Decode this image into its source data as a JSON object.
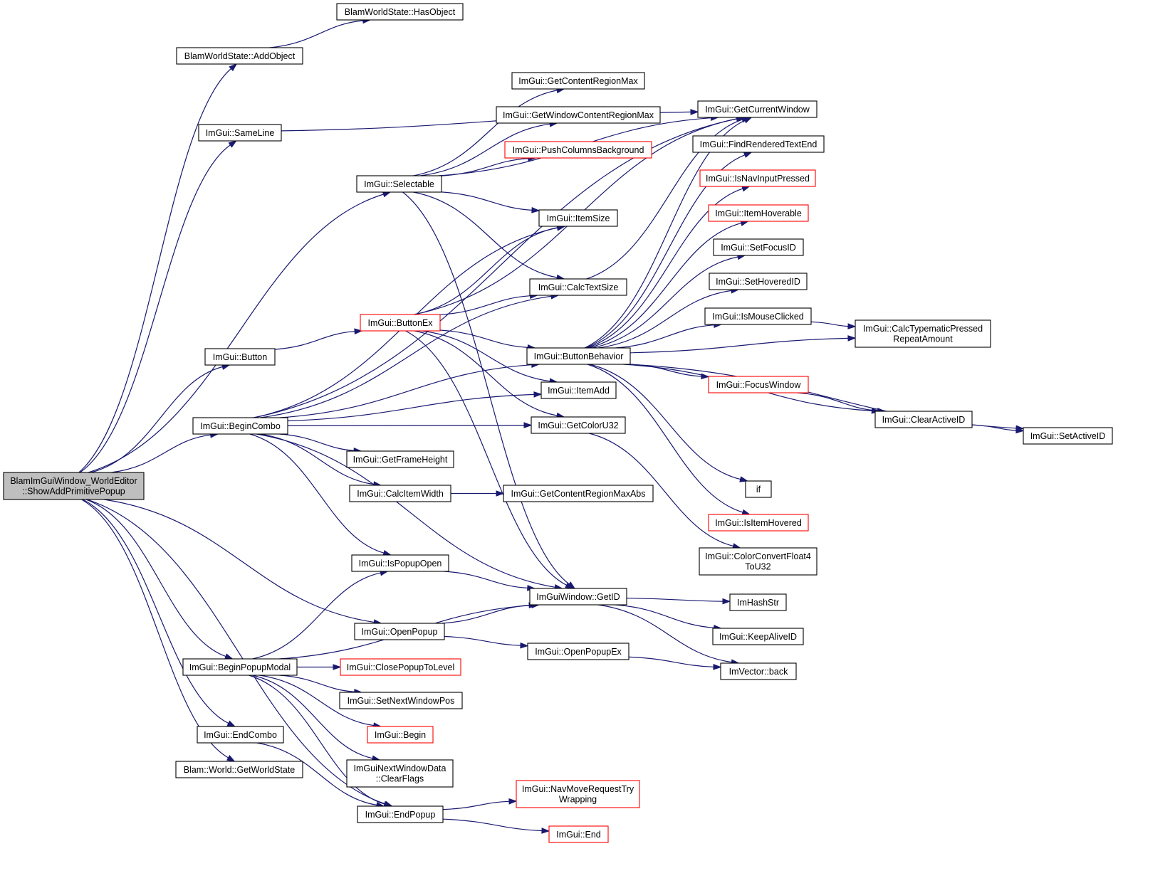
{
  "nodes": [
    {
      "id": "root",
      "lines": [
        "BlamImGuiWindow_WorldEditor",
        "::ShowAddPrimitivePopup"
      ],
      "highlight": true
    },
    {
      "id": "hasobject",
      "lines": [
        "BlamWorldState::HasObject"
      ]
    },
    {
      "id": "addobject",
      "lines": [
        "BlamWorldState::AddObject"
      ]
    },
    {
      "id": "sameline",
      "lines": [
        "ImGui::SameLine"
      ]
    },
    {
      "id": "button",
      "lines": [
        "ImGui::Button"
      ]
    },
    {
      "id": "begincombo",
      "lines": [
        "ImGui::BeginCombo"
      ]
    },
    {
      "id": "beginpopupmodal",
      "lines": [
        "ImGui::BeginPopupModal"
      ]
    },
    {
      "id": "endcombo",
      "lines": [
        "ImGui::EndCombo"
      ]
    },
    {
      "id": "getworldstate",
      "lines": [
        "Blam::World::GetWorldState"
      ]
    },
    {
      "id": "selectable",
      "lines": [
        "ImGui::Selectable"
      ]
    },
    {
      "id": "buttonex",
      "lines": [
        "ImGui::ButtonEx"
      ],
      "truncated": true
    },
    {
      "id": "getframeheight",
      "lines": [
        "ImGui::GetFrameHeight"
      ]
    },
    {
      "id": "calcitemwidth",
      "lines": [
        "ImGui::CalcItemWidth"
      ]
    },
    {
      "id": "ispopupopen",
      "lines": [
        "ImGui::IsPopupOpen"
      ]
    },
    {
      "id": "openpopup",
      "lines": [
        "ImGui::OpenPopup"
      ]
    },
    {
      "id": "closepopuptolevel",
      "lines": [
        "ImGui::ClosePopupToLevel"
      ],
      "truncated": true
    },
    {
      "id": "setnextwindowpos",
      "lines": [
        "ImGui::SetNextWindowPos"
      ]
    },
    {
      "id": "begin",
      "lines": [
        "ImGui::Begin"
      ],
      "truncated": true
    },
    {
      "id": "clearflags",
      "lines": [
        "ImGuiNextWindowData",
        "::ClearFlags"
      ]
    },
    {
      "id": "endpopup",
      "lines": [
        "ImGui::EndPopup"
      ]
    },
    {
      "id": "getcontentregionmax",
      "lines": [
        "ImGui::GetContentRegionMax"
      ]
    },
    {
      "id": "getwindowcontentregionmax",
      "lines": [
        "ImGui::GetWindowContentRegionMax"
      ]
    },
    {
      "id": "pushcolumnsbackground",
      "lines": [
        "ImGui::PushColumnsBackground"
      ],
      "truncated": true
    },
    {
      "id": "itemsize",
      "lines": [
        "ImGui::ItemSize"
      ]
    },
    {
      "id": "calctextsize",
      "lines": [
        "ImGui::CalcTextSize"
      ]
    },
    {
      "id": "buttonbehavior",
      "lines": [
        "ImGui::ButtonBehavior"
      ]
    },
    {
      "id": "itemadd",
      "lines": [
        "ImGui::ItemAdd"
      ]
    },
    {
      "id": "getcoloru32",
      "lines": [
        "ImGui::GetColorU32"
      ]
    },
    {
      "id": "getcontentregionmaxabs",
      "lines": [
        "ImGui::GetContentRegionMaxAbs"
      ]
    },
    {
      "id": "getid",
      "lines": [
        "ImGuiWindow::GetID"
      ]
    },
    {
      "id": "openpopupex",
      "lines": [
        "ImGui::OpenPopupEx"
      ]
    },
    {
      "id": "navmoverequesttrywrapping",
      "lines": [
        "ImGui::NavMoveRequestTry",
        "Wrapping"
      ],
      "truncated": true
    },
    {
      "id": "end",
      "lines": [
        "ImGui::End"
      ],
      "truncated": true
    },
    {
      "id": "getcurrentwindow",
      "lines": [
        "ImGui::GetCurrentWindow"
      ]
    },
    {
      "id": "findrenderedtextend",
      "lines": [
        "ImGui::FindRenderedTextEnd"
      ]
    },
    {
      "id": "isnavinputpressed",
      "lines": [
        "ImGui::IsNavInputPressed"
      ],
      "truncated": true
    },
    {
      "id": "itemhoverable",
      "lines": [
        "ImGui::ItemHoverable"
      ],
      "truncated": true
    },
    {
      "id": "setfocusid",
      "lines": [
        "ImGui::SetFocusID"
      ]
    },
    {
      "id": "sethoveredid",
      "lines": [
        "ImGui::SetHoveredID"
      ]
    },
    {
      "id": "ismouseclicked",
      "lines": [
        "ImGui::IsMouseClicked"
      ]
    },
    {
      "id": "focuswindow",
      "lines": [
        "ImGui::FocusWindow"
      ],
      "truncated": true
    },
    {
      "id": "if",
      "lines": [
        "if"
      ]
    },
    {
      "id": "isitemhovered",
      "lines": [
        "ImGui::IsItemHovered"
      ],
      "truncated": true
    },
    {
      "id": "colorconvertfloat4tou32",
      "lines": [
        "ImGui::ColorConvertFloat4",
        "ToU32"
      ]
    },
    {
      "id": "imhashstr",
      "lines": [
        "ImHashStr"
      ]
    },
    {
      "id": "keepaliveid",
      "lines": [
        "ImGui::KeepAliveID"
      ]
    },
    {
      "id": "back",
      "lines": [
        "ImVector::back"
      ]
    },
    {
      "id": "calctypematic",
      "lines": [
        "ImGui::CalcTypematicPressed",
        "RepeatAmount"
      ]
    },
    {
      "id": "clearactiveid",
      "lines": [
        "ImGui::ClearActiveID"
      ]
    },
    {
      "id": "setactiveid",
      "lines": [
        "ImGui::SetActiveID"
      ]
    }
  ],
  "edges": [
    [
      "root",
      "addobject"
    ],
    [
      "root",
      "sameline"
    ],
    [
      "root",
      "selectable"
    ],
    [
      "root",
      "button"
    ],
    [
      "root",
      "begincombo"
    ],
    [
      "root",
      "openpopup"
    ],
    [
      "root",
      "beginpopupmodal"
    ],
    [
      "root",
      "endcombo"
    ],
    [
      "root",
      "getworldstate"
    ],
    [
      "root",
      "endpopup"
    ],
    [
      "addobject",
      "hasobject"
    ],
    [
      "sameline",
      "getcurrentwindow"
    ],
    [
      "button",
      "buttonex"
    ],
    [
      "selectable",
      "getcontentregionmax"
    ],
    [
      "selectable",
      "getwindowcontentregionmax"
    ],
    [
      "selectable",
      "pushcolumnsbackground"
    ],
    [
      "selectable",
      "getcurrentwindow"
    ],
    [
      "selectable",
      "itemsize"
    ],
    [
      "selectable",
      "calctextsize"
    ],
    [
      "selectable",
      "getid"
    ],
    [
      "begincombo",
      "itemsize"
    ],
    [
      "begincombo",
      "getcurrentwindow"
    ],
    [
      "begincombo",
      "calctextsize"
    ],
    [
      "begincombo",
      "buttonbehavior"
    ],
    [
      "begincombo",
      "itemadd"
    ],
    [
      "begincombo",
      "getcoloru32"
    ],
    [
      "begincombo",
      "getframeheight"
    ],
    [
      "begincombo",
      "calcitemwidth"
    ],
    [
      "begincombo",
      "ispopupopen"
    ],
    [
      "begincombo",
      "getid"
    ],
    [
      "buttonex",
      "itemsize"
    ],
    [
      "buttonex",
      "calctextsize"
    ],
    [
      "buttonex",
      "getcurrentwindow"
    ],
    [
      "buttonex",
      "buttonbehavior"
    ],
    [
      "buttonex",
      "itemadd"
    ],
    [
      "buttonex",
      "getcoloru32"
    ],
    [
      "buttonex",
      "getid"
    ],
    [
      "calctextsize",
      "getcurrentwindow"
    ],
    [
      "buttonbehavior",
      "getcurrentwindow"
    ],
    [
      "buttonbehavior",
      "findrenderedtextend"
    ],
    [
      "buttonbehavior",
      "isnavinputpressed"
    ],
    [
      "buttonbehavior",
      "itemhoverable"
    ],
    [
      "buttonbehavior",
      "setfocusid"
    ],
    [
      "buttonbehavior",
      "sethoveredid"
    ],
    [
      "buttonbehavior",
      "ismouseclicked"
    ],
    [
      "buttonbehavior",
      "calctypematic"
    ],
    [
      "buttonbehavior",
      "focuswindow"
    ],
    [
      "buttonbehavior",
      "clearactiveid"
    ],
    [
      "buttonbehavior",
      "setactiveid"
    ],
    [
      "buttonbehavior",
      "if"
    ],
    [
      "buttonbehavior",
      "isitemhovered"
    ],
    [
      "calcitemwidth",
      "getcontentregionmaxabs"
    ],
    [
      "getcoloru32",
      "colorconvertfloat4tou32"
    ],
    [
      "ispopupopen",
      "getid"
    ],
    [
      "openpopup",
      "getid"
    ],
    [
      "openpopup",
      "openpopupex"
    ],
    [
      "beginpopupmodal",
      "ispopupopen"
    ],
    [
      "beginpopupmodal",
      "getid"
    ],
    [
      "beginpopupmodal",
      "closepopuptolevel"
    ],
    [
      "beginpopupmodal",
      "setnextwindowpos"
    ],
    [
      "beginpopupmodal",
      "begin"
    ],
    [
      "beginpopupmodal",
      "clearflags"
    ],
    [
      "beginpopupmodal",
      "endpopup"
    ],
    [
      "endcombo",
      "endpopup"
    ],
    [
      "endpopup",
      "navmoverequesttrywrapping"
    ],
    [
      "endpopup",
      "end"
    ],
    [
      "getid",
      "imhashstr"
    ],
    [
      "getid",
      "keepaliveid"
    ],
    [
      "getid",
      "back"
    ],
    [
      "openpopupex",
      "back"
    ],
    [
      "ismouseclicked",
      "calctypematic"
    ],
    [
      "focuswindow",
      "clearactiveid"
    ],
    [
      "clearactiveid",
      "setactiveid"
    ]
  ],
  "colors": {
    "edge": "#191970",
    "root_fill": "#bfbfbf",
    "truncated_border": "#ff0000",
    "node_border": "#000000"
  }
}
